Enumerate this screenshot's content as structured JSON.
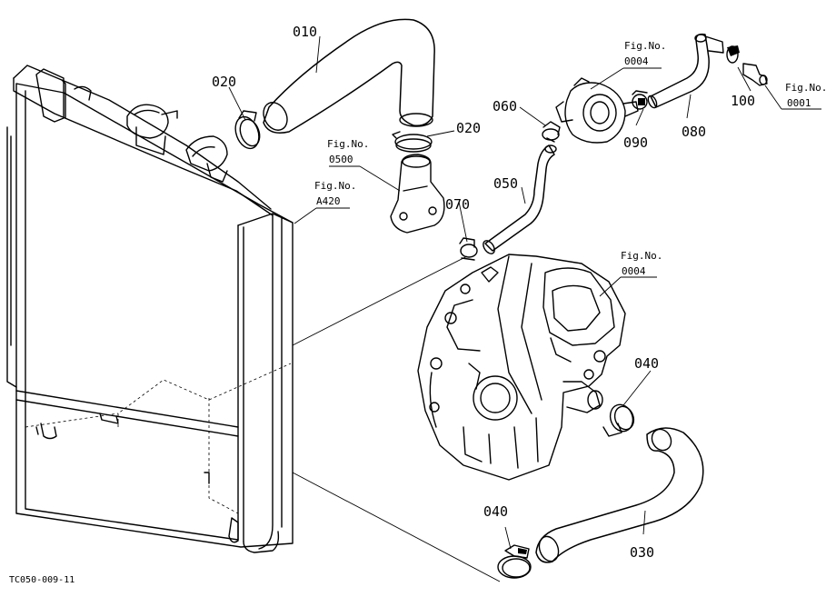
{
  "diagram": {
    "drawing_code": "TC050-009-11",
    "parts": [
      {
        "id": "010",
        "label": "010"
      },
      {
        "id": "020a",
        "label": "020"
      },
      {
        "id": "020b",
        "label": "020"
      },
      {
        "id": "030",
        "label": "030"
      },
      {
        "id": "040a",
        "label": "040"
      },
      {
        "id": "040b",
        "label": "040"
      },
      {
        "id": "050",
        "label": "050"
      },
      {
        "id": "060",
        "label": "060"
      },
      {
        "id": "070",
        "label": "070"
      },
      {
        "id": "080",
        "label": "080"
      },
      {
        "id": "090",
        "label": "090"
      },
      {
        "id": "100",
        "label": "100"
      }
    ],
    "figure_refs": [
      {
        "id": "fig0004-top",
        "title": "Fig.No.",
        "number": "0004"
      },
      {
        "id": "fig0001",
        "title": "Fig.No.",
        "number": "0001"
      },
      {
        "id": "fig0500",
        "title": "Fig.No.",
        "number": "0500"
      },
      {
        "id": "figA420",
        "title": "Fig.No.",
        "number": "A420"
      },
      {
        "id": "fig0004-mid",
        "title": "Fig.No.",
        "number": "0004"
      }
    ]
  }
}
